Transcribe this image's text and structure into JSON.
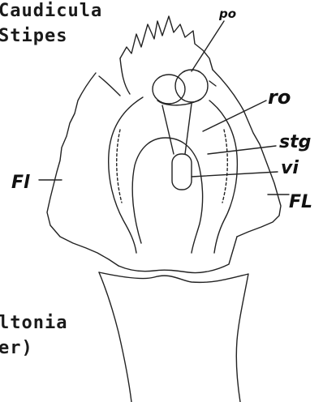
{
  "legend_top": [
    "Caudicula",
    "Stipes"
  ],
  "legend_bottom": [
    "ltonia",
    "er)"
  ],
  "labels": {
    "po": "po",
    "ro": "ro",
    "stg": "stg",
    "vi": "vi",
    "fl_left": "Fl",
    "fl_right": "FL"
  }
}
